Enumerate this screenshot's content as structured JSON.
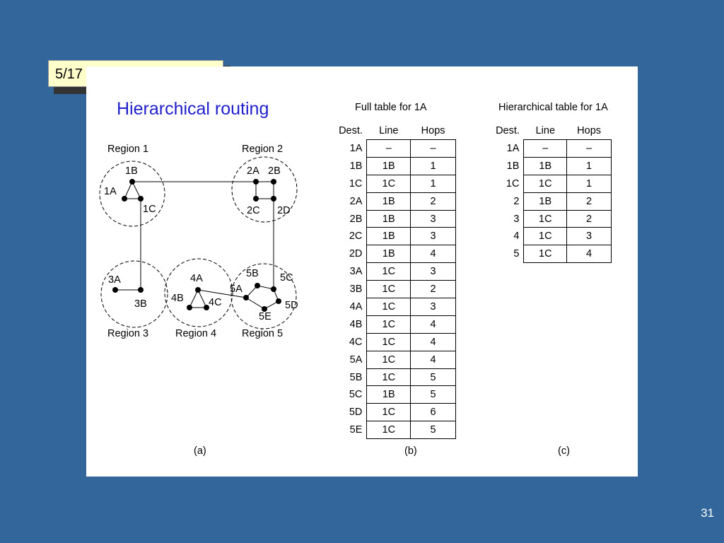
{
  "slide": {
    "badge": "5/17",
    "page_number": "31",
    "title": "Hierarchical routing"
  },
  "diagram": {
    "regions": [
      "Region 1",
      "Region 2",
      "Region 3",
      "Region 4",
      "Region 5"
    ],
    "nodes": [
      "1A",
      "1B",
      "1C",
      "2A",
      "2B",
      "2C",
      "2D",
      "3A",
      "3B",
      "4A",
      "4B",
      "4C",
      "5A",
      "5B",
      "5C",
      "5D",
      "5E"
    ],
    "caption": "(a)"
  },
  "full_table": {
    "title": "Full table for 1A",
    "headers": [
      "Dest.",
      "Line",
      "Hops"
    ],
    "rows": [
      [
        "1A",
        "–",
        "–"
      ],
      [
        "1B",
        "1B",
        "1"
      ],
      [
        "1C",
        "1C",
        "1"
      ],
      [
        "2A",
        "1B",
        "2"
      ],
      [
        "2B",
        "1B",
        "3"
      ],
      [
        "2C",
        "1B",
        "3"
      ],
      [
        "2D",
        "1B",
        "4"
      ],
      [
        "3A",
        "1C",
        "3"
      ],
      [
        "3B",
        "1C",
        "2"
      ],
      [
        "4A",
        "1C",
        "3"
      ],
      [
        "4B",
        "1C",
        "4"
      ],
      [
        "4C",
        "1C",
        "4"
      ],
      [
        "5A",
        "1C",
        "4"
      ],
      [
        "5B",
        "1C",
        "5"
      ],
      [
        "5C",
        "1B",
        "5"
      ],
      [
        "5D",
        "1C",
        "6"
      ],
      [
        "5E",
        "1C",
        "5"
      ]
    ],
    "caption": "(b)"
  },
  "hier_table": {
    "title": "Hierarchical table for 1A",
    "headers": [
      "Dest.",
      "Line",
      "Hops"
    ],
    "rows": [
      [
        "1A",
        "–",
        "–"
      ],
      [
        "1B",
        "1B",
        "1"
      ],
      [
        "1C",
        "1C",
        "1"
      ],
      [
        "2",
        "1B",
        "2"
      ],
      [
        "3",
        "1C",
        "2"
      ],
      [
        "4",
        "1C",
        "3"
      ],
      [
        "5",
        "1C",
        "4"
      ]
    ],
    "caption": "(c)"
  }
}
